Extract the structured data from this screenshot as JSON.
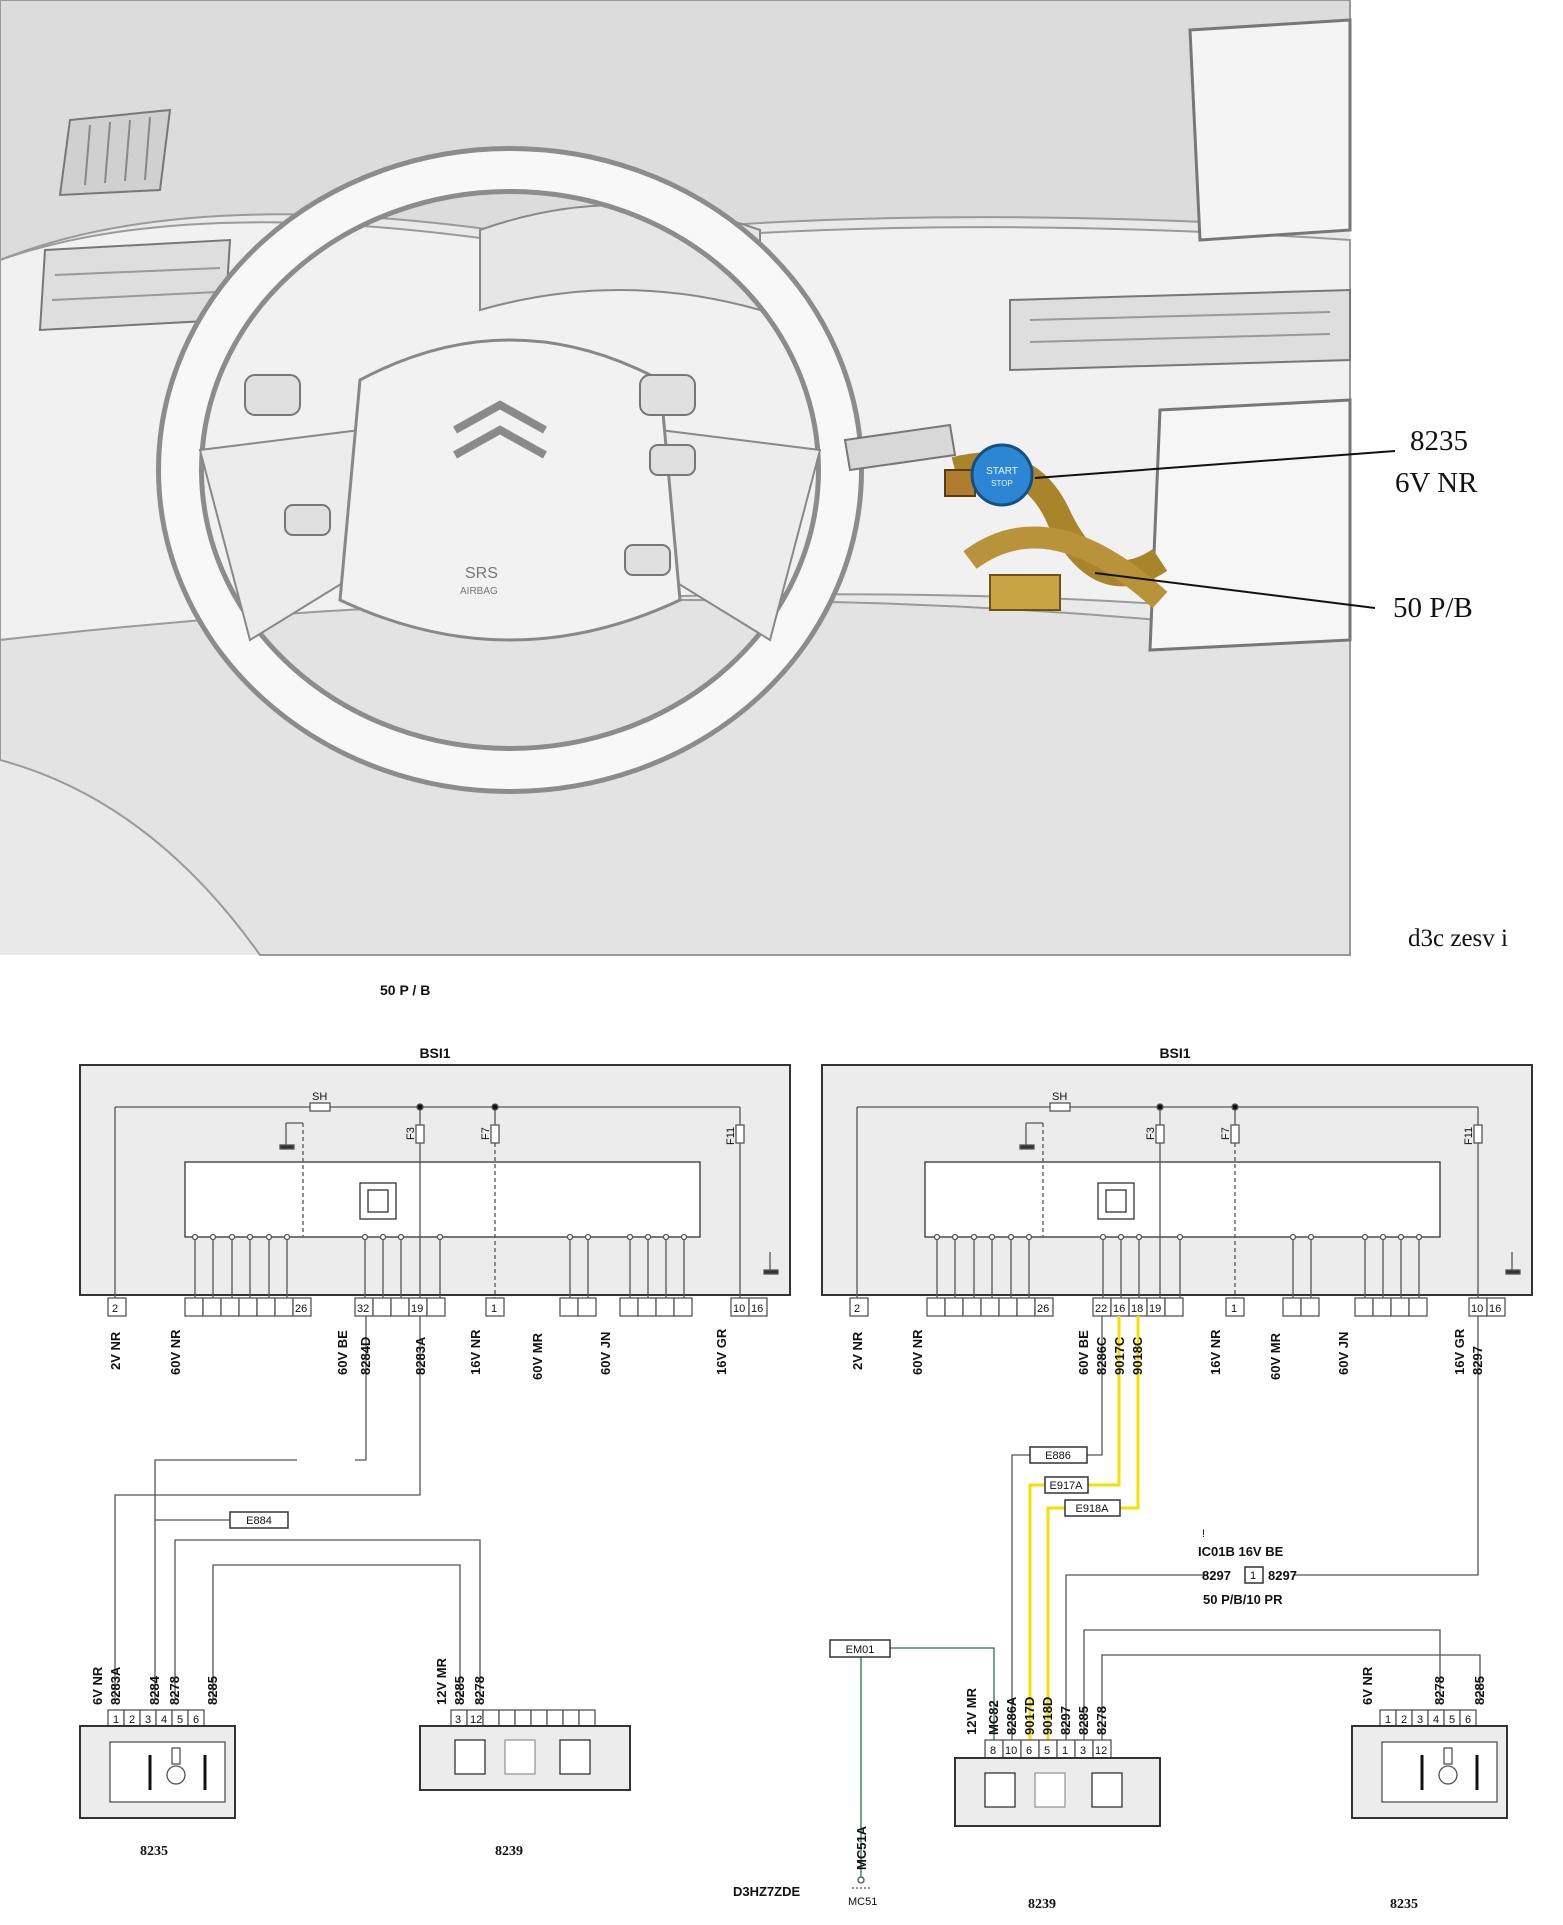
{
  "photo": {
    "callouts": {
      "switch_ref": "8235",
      "switch_conn": "6V NR",
      "harness_conn": "50 P/B"
    },
    "start_button_text": "START",
    "start_button_subtext": "STOP",
    "airbag_text": "SRS",
    "airbag_subtext": "AIRBAG",
    "ref_code": "d3c zesv i"
  },
  "diagram_caption": "50 P / B",
  "left": {
    "bsi_title": "BSI1",
    "sh": "SH",
    "fuses": [
      "F3",
      "F7",
      "F11"
    ],
    "pins": [
      "2",
      "26",
      "32",
      "19",
      "1",
      "10",
      "16"
    ],
    "connectors": [
      "2V NR",
      "60V NR",
      "60V BE",
      "16V NR",
      "60V MR",
      "60V JN",
      "16V GR"
    ],
    "wires": [
      "8284D",
      "8283A"
    ],
    "splice": "E884",
    "comp_8235": {
      "ref": "8235",
      "conn": "6V NR",
      "pins": [
        "1",
        "2",
        "3",
        "4",
        "5",
        "6"
      ],
      "wires": [
        "8283A",
        "8284",
        "8278",
        "8285"
      ]
    },
    "comp_8239": {
      "ref": "8239",
      "conn": "12V MR",
      "pins": [
        "3",
        "12"
      ],
      "wires": [
        "8285",
        "8278"
      ]
    }
  },
  "right": {
    "bsi_title": "BSI1",
    "sh": "SH",
    "fuses": [
      "F3",
      "F7",
      "F11"
    ],
    "pins": [
      "2",
      "26",
      "22",
      "16",
      "18",
      "19",
      "1",
      "10",
      "16"
    ],
    "connectors": [
      "2V NR",
      "60V NR",
      "60V BE",
      "16V NR",
      "60V MR",
      "60V JN",
      "16V GR"
    ],
    "wires": [
      "8286C",
      "9017C",
      "9018C",
      "8297"
    ],
    "splices": [
      "E886",
      "E917A",
      "E918A"
    ],
    "inline": {
      "mark": "!",
      "name": "IC01B 16V BE",
      "left_wire": "8297",
      "pin": "1",
      "right_wire": "8297",
      "sub": "50 P/B/10 PR"
    },
    "em01": "EM01",
    "mc51a": "MC51A",
    "mc51": "MC51",
    "doc_code": "D3HZ7ZDE",
    "comp_8239": {
      "ref": "8239",
      "conn": "12V MR",
      "pins": [
        "8",
        "10",
        "6",
        "5",
        "1",
        "3",
        "12"
      ],
      "wires": [
        "MC82",
        "8286A",
        "9017D",
        "9018D",
        "8297",
        "8285",
        "8278"
      ]
    },
    "comp_8235": {
      "ref": "8235",
      "conn": "6V NR",
      "pins": [
        "1",
        "2",
        "3",
        "4",
        "5",
        "6"
      ],
      "wires": [
        "8278",
        "8285"
      ]
    }
  },
  "colors": {
    "wire": "#555555",
    "yellow": "#f2e200",
    "green": "#1f7a4a",
    "box": "#333333",
    "shade": "#ececec"
  }
}
